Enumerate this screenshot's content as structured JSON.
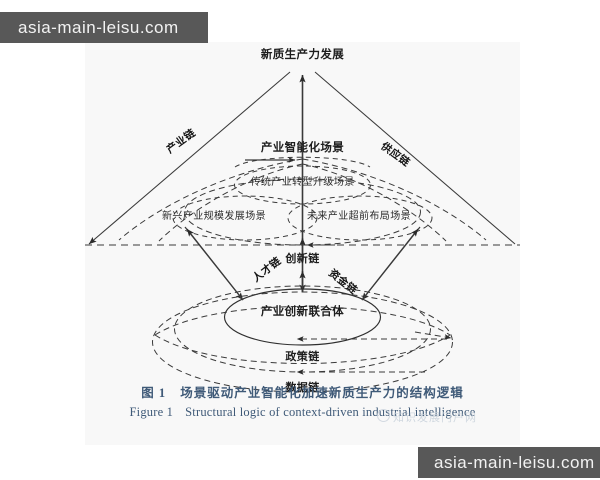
{
  "watermark": {
    "top_text": "asia-main-leisu.com",
    "bottom_text": "asia-main-leisu.com",
    "faint_overlay_text": "知识发展门户网",
    "bar_color": "#585858"
  },
  "figure": {
    "background_color": "#f8f8f8",
    "line_color": "#3a3a3a",
    "apex_label": "新质生产力发展",
    "scene_layer": {
      "title": "产业智能化场景",
      "scenes": [
        "传统产业转型升级场景",
        "新兴产业规模发展场景",
        "未来产业超前布局场景"
      ]
    },
    "base_layer": {
      "title": "产业创新联合体"
    },
    "chains": {
      "industry": "产业链",
      "supply": "供应链",
      "innovation": "创新链",
      "talent": "人才链",
      "capital": "资金链",
      "policy": "政策链",
      "data": "数据链"
    }
  },
  "caption": {
    "cn_number": "图 1",
    "cn_text": "场景驱动产业智能化加速新质生产力的结构逻辑",
    "en_number": "Figure 1",
    "en_text": "Structural logic of context-driven industrial intelligence",
    "color": "#3f5a78"
  }
}
